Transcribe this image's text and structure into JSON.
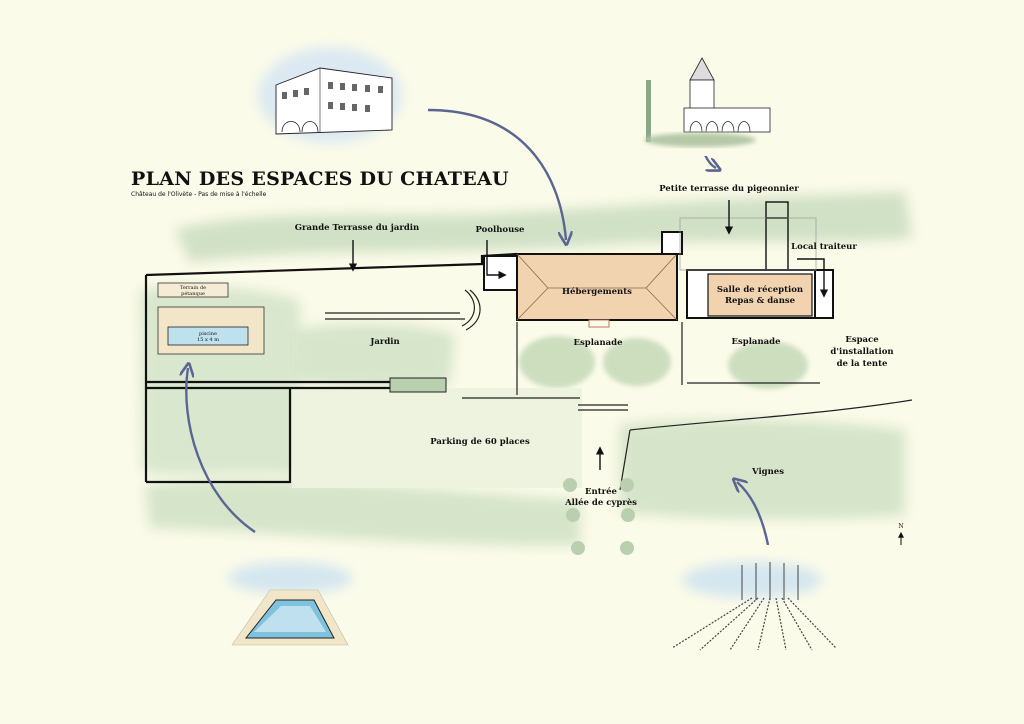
{
  "title": "PLAN DES ESPACES DU CHATEAU",
  "subtitle": "Château de l'Olivète - Pas de mise à l'échelle",
  "labels": {
    "grande_terrasse": "Grande Terrasse du jardin",
    "poolhouse": "Poolhouse",
    "hebergements": "Hébergements",
    "petite_terrasse": "Petite terrasse du pigeonnier",
    "local_traiteur": "Local traiteur",
    "salle_reception_1": "Salle de réception",
    "salle_reception_2": "Repas & danse",
    "terrain_petanque_1": "Terrain de",
    "terrain_petanque_2": "pétanque",
    "piscine_1": "piscine",
    "piscine_2": "15 x 4 m",
    "jardin": "Jardin",
    "esplanade_left": "Esplanade",
    "esplanade_right": "Esplanade",
    "espace_tente_1": "Espace",
    "espace_tente_2": "d'installation",
    "espace_tente_3": "de la tente",
    "parking": "Parking de 60 places",
    "entree_1": "Entrée",
    "entree_2": "Allée de cyprès",
    "vignes": "Vignes",
    "north": "N"
  },
  "colors": {
    "background": "#fbfbe9",
    "building_fill": "#f1d3b0",
    "vegetation": "#c9dcc0",
    "arrow": "#5a6592",
    "water": "#bfe0ee",
    "accent": "#f0a98c"
  },
  "illustrations": [
    {
      "name": "chateau-sketch",
      "depicts": "château building"
    },
    {
      "name": "pigeonnier-sketch",
      "depicts": "pigeonnier tower"
    },
    {
      "name": "pool-sketch",
      "depicts": "swimming pool"
    },
    {
      "name": "vineyard-sketch",
      "depicts": "vineyard"
    }
  ]
}
